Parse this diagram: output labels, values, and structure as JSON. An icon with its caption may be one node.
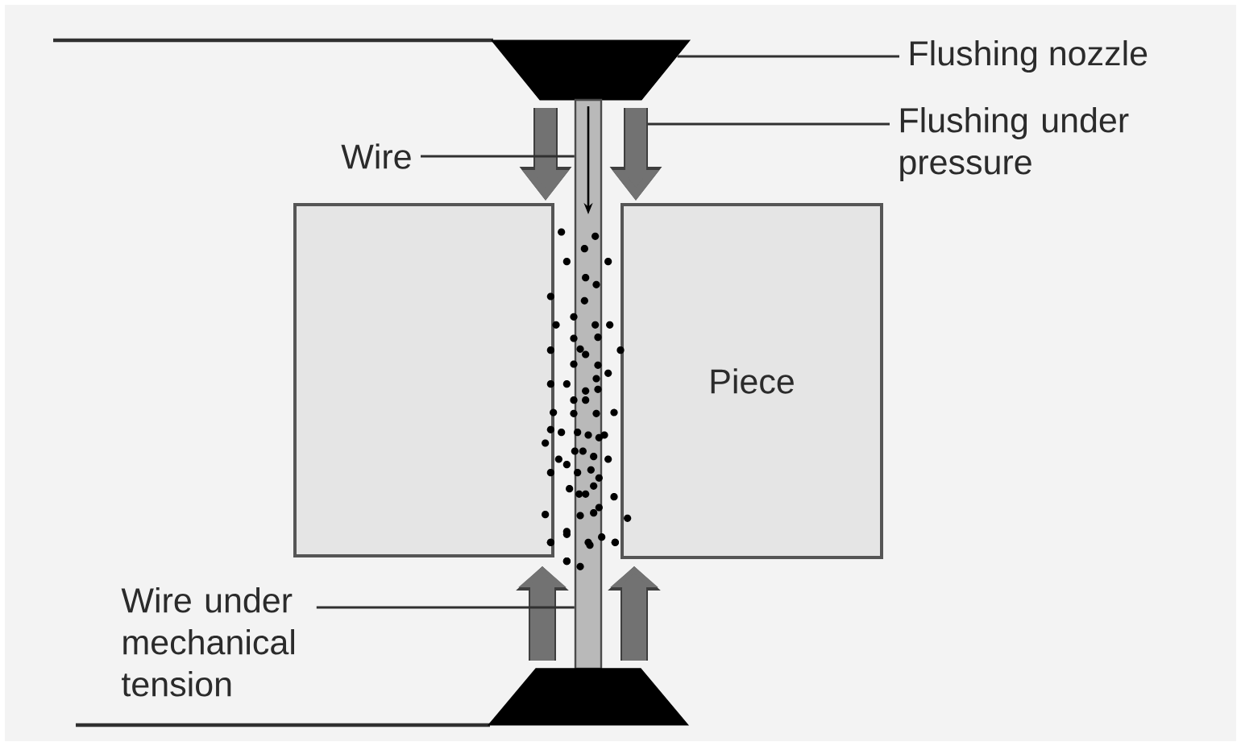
{
  "diagram": {
    "nodes": [
      {
        "text": [],
        "shape": "trapezoid"
      },
      {
        "text": [
          "Flushing nozzle"
        ]
      },
      {
        "text": [
          "Wire"
        ]
      },
      {
        "text": [],
        "shape": "bar"
      },
      {
        "text": [
          "Flushing under pressure"
        ]
      },
      {
        "text": [],
        "shape": "box"
      },
      {
        "text": [
          "Piece"
        ]
      },
      {
        "text": [
          "Wire under mechanical tension"
        ]
      },
      {
        "text": [],
        "shape": "trapezoid"
      }
    ],
    "edges": [
      {
        "from": 1,
        "to": 0,
        "arrow": "none"
      },
      {
        "from": 2,
        "to": 3,
        "arrow": "none"
      },
      {
        "from": 4,
        "to": null,
        "arrow": "none"
      },
      {
        "from": 7,
        "to": 3,
        "arrow": "none"
      },
      {
        "from": 0,
        "to": 5,
        "arrow": "to",
        "style": "thick",
        "color": "#727272"
      },
      {
        "from": 0,
        "to": 6,
        "arrow": "to",
        "style": "thick",
        "color": "#727272"
      },
      {
        "from": 8,
        "to": 5,
        "arrow": "to",
        "style": "thick",
        "color": "#727272"
      },
      {
        "from": 8,
        "to": 6,
        "arrow": "to",
        "style": "thick",
        "color": "#727272"
      }
    ]
  }
}
